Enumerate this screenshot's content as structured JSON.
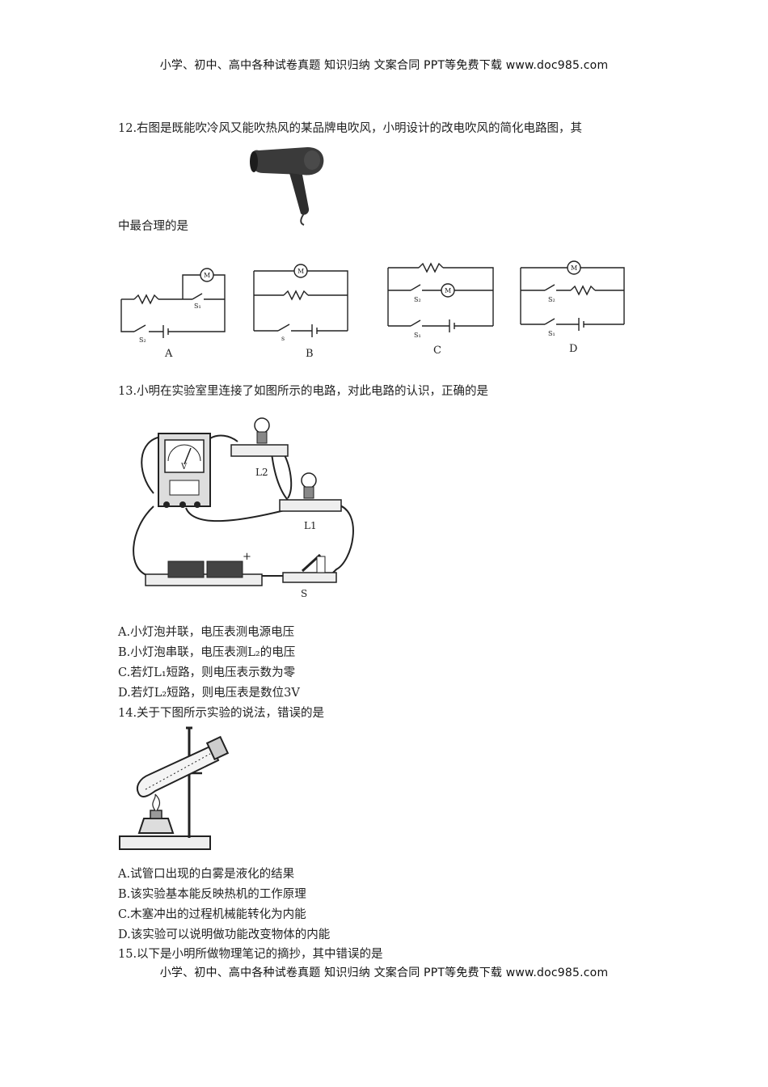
{
  "header": {
    "text": "小学、初中、高中各种试卷真题 知识归纳 文案合同 PPT等免费下载   www.doc985.com"
  },
  "footer": {
    "text": "小学、初中、高中各种试卷真题 知识归纳 文案合同 PPT等免费下载   www.doc985.com"
  },
  "q12": {
    "stem_line1": "12.右图是既能吹冷风又能吹热风的某品牌电吹风，小明设计的改电吹风的简化电路图，其",
    "stem_line2": "中最合理的是",
    "diagram_labels": [
      "A",
      "B",
      "C",
      "D"
    ]
  },
  "q13": {
    "stem": "13.小明在实验室里连接了如图所示的电路，对此电路的认识，正确的是",
    "figure_labels": {
      "l1": "L1",
      "l2": "L2",
      "switch": "S",
      "meter": "V"
    },
    "options": [
      "A.小灯泡并联，电压表测电源电压",
      "B.小灯泡串联，电压表测L₂的电压",
      "C.若灯L₁短路，则电压表示数为零",
      "D.若灯L₂短路，则电压表是数位3V"
    ]
  },
  "q14": {
    "stem": "14.关于下图所示实验的说法，错误的是",
    "options": [
      "A.试管口出现的白雾是液化的结果",
      "B.该实验基本能反映热机的工作原理",
      "C.木塞冲出的过程机械能转化为内能",
      "D.该实验可以说明做功能改变物体的内能"
    ]
  },
  "q15": {
    "stem": "15.以下是小明所做物理笔记的摘抄，其中错误的是"
  }
}
